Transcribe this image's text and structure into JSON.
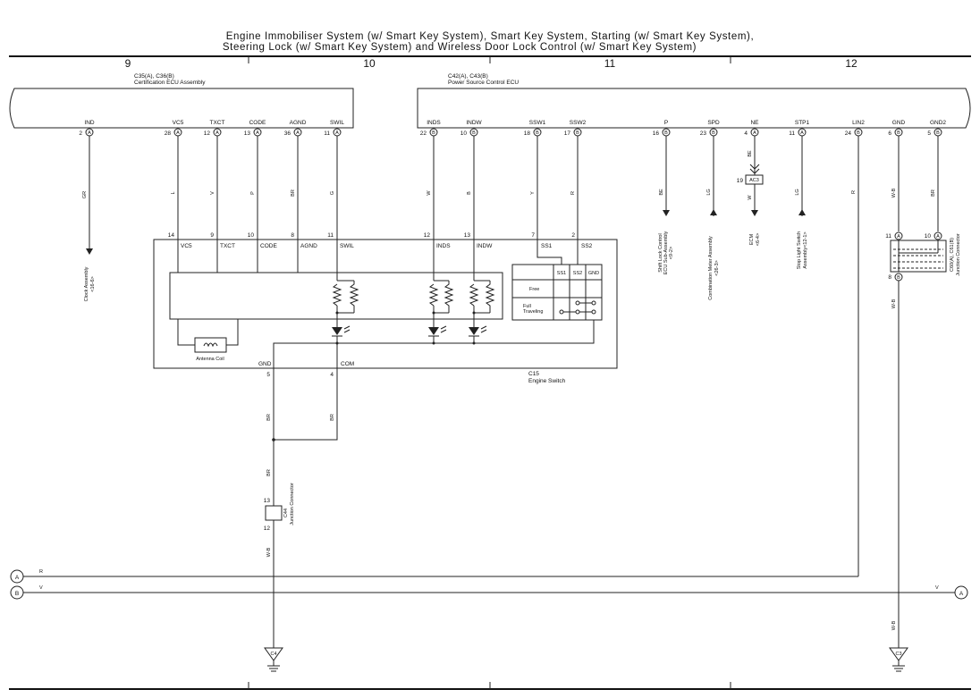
{
  "title_line1": "Engine Immobiliser System (w/ Smart Key System),  Smart Key System,  Starting (w/ Smart Key System),",
  "title_line2": "Steering Lock (w/ Smart Key System) and Wireless Door Lock Control (w/ Smart Key System)",
  "columns": [
    "9",
    "10",
    "11",
    "12"
  ],
  "cert_ecu": {
    "connectors": "C35(A), C36(B)",
    "name": "Certification ECU Assembly",
    "pins": [
      {
        "name": "IND",
        "num": "2",
        "conn": "A"
      },
      {
        "name": "VC5",
        "num": "28",
        "conn": "A"
      },
      {
        "name": "TXCT",
        "num": "12",
        "conn": "A"
      },
      {
        "name": "CODE",
        "num": "13",
        "conn": "A"
      },
      {
        "name": "AGND",
        "num": "36",
        "conn": "A"
      },
      {
        "name": "SWIL",
        "num": "11",
        "conn": "A"
      }
    ]
  },
  "power_ecu": {
    "connectors": "C42(A), C43(B)",
    "name": "Power Source Control ECU",
    "pins": [
      {
        "name": "INDS",
        "num": "22",
        "conn": "B"
      },
      {
        "name": "INDW",
        "num": "10",
        "conn": "B"
      },
      {
        "name": "SSW1",
        "num": "18",
        "conn": "B"
      },
      {
        "name": "SSW2",
        "num": "17",
        "conn": "B"
      },
      {
        "name": "P",
        "num": "16",
        "conn": "B"
      },
      {
        "name": "SPD",
        "num": "23",
        "conn": "B"
      },
      {
        "name": "NE",
        "num": "4",
        "conn": "A"
      },
      {
        "name": "STP1",
        "num": "11",
        "conn": "A"
      },
      {
        "name": "LIN2",
        "num": "24",
        "conn": "B"
      },
      {
        "name": "GND",
        "num": "6",
        "conn": "B"
      },
      {
        "name": "GND2",
        "num": "5",
        "conn": "B"
      }
    ]
  },
  "wire_colors": {
    "ind": "GR",
    "vc5": "L",
    "txct": "V",
    "code": "P",
    "agnd": "BR",
    "swil": "G",
    "inds": "W",
    "indw": "B",
    "ssw1": "Y",
    "ssw2": "R",
    "p": "BE",
    "spd": "LG",
    "ne_top": "BE",
    "ne_bottom": "W",
    "stp1": "LG",
    "lin2": "R",
    "gnd": "W-B",
    "gnd2": "BR",
    "gnd_lower": "W-B",
    "gnd_bottom": "W-B",
    "sw_gnd": "BR",
    "sw_com": "BR",
    "jc_top": "BR",
    "jc_bottom": "W-B",
    "bus_a": "R",
    "bus_b": "V",
    "bus_b_right": "V"
  },
  "engine_switch": {
    "connector": "C15",
    "name": "Engine Switch",
    "pins_top": [
      {
        "num": "14",
        "name": "VC5"
      },
      {
        "num": "9",
        "name": "TXCT"
      },
      {
        "num": "10",
        "name": "CODE"
      },
      {
        "num": "8",
        "name": "AGND"
      },
      {
        "num": "11",
        "name": "SWIL"
      },
      {
        "num": "12",
        "name": "INDS"
      },
      {
        "num": "13",
        "name": "INDW"
      },
      {
        "num": "7",
        "name": "SS1"
      },
      {
        "num": "2",
        "name": "SS2"
      }
    ],
    "pins_bottom": [
      {
        "num": "5",
        "name": "GND"
      },
      {
        "num": "4",
        "name": "COM"
      }
    ],
    "antenna": "Antenna Coil",
    "table_headers": [
      "SS1",
      "SS2",
      "GND"
    ],
    "table_rows": [
      "Free",
      "Full Traveling"
    ]
  },
  "destinations": {
    "clock": [
      "Clock Assembly",
      "<16-6>"
    ],
    "shift_lock": [
      "Shift Lock Control",
      "ECU Sub-Assembly",
      "<9-2>"
    ],
    "combination_meter": [
      "Combination Meter Assembly",
      "<26-3>"
    ],
    "ecm": [
      "ECM",
      "<6-4>"
    ],
    "stop_light": [
      "Stop Light Switch",
      "Assembly<12-1>"
    ]
  },
  "ac3": {
    "num": "19",
    "label": "AC3"
  },
  "jc_c44": {
    "name": "C44",
    "label": "Junction Connector",
    "pin_top": "13",
    "pin_bottom": "12"
  },
  "jc_right": {
    "name": "C60(A), C61(B)",
    "label": "Junction Connector",
    "pin_11": "11",
    "pin_10": "10",
    "pin_8": "8",
    "conn_a": "A",
    "conn_b": "B"
  },
  "bus": {
    "a_label": "A",
    "b_label": "B",
    "a_right_label": "A"
  },
  "grounds": {
    "left": "C4",
    "right": "C3"
  }
}
